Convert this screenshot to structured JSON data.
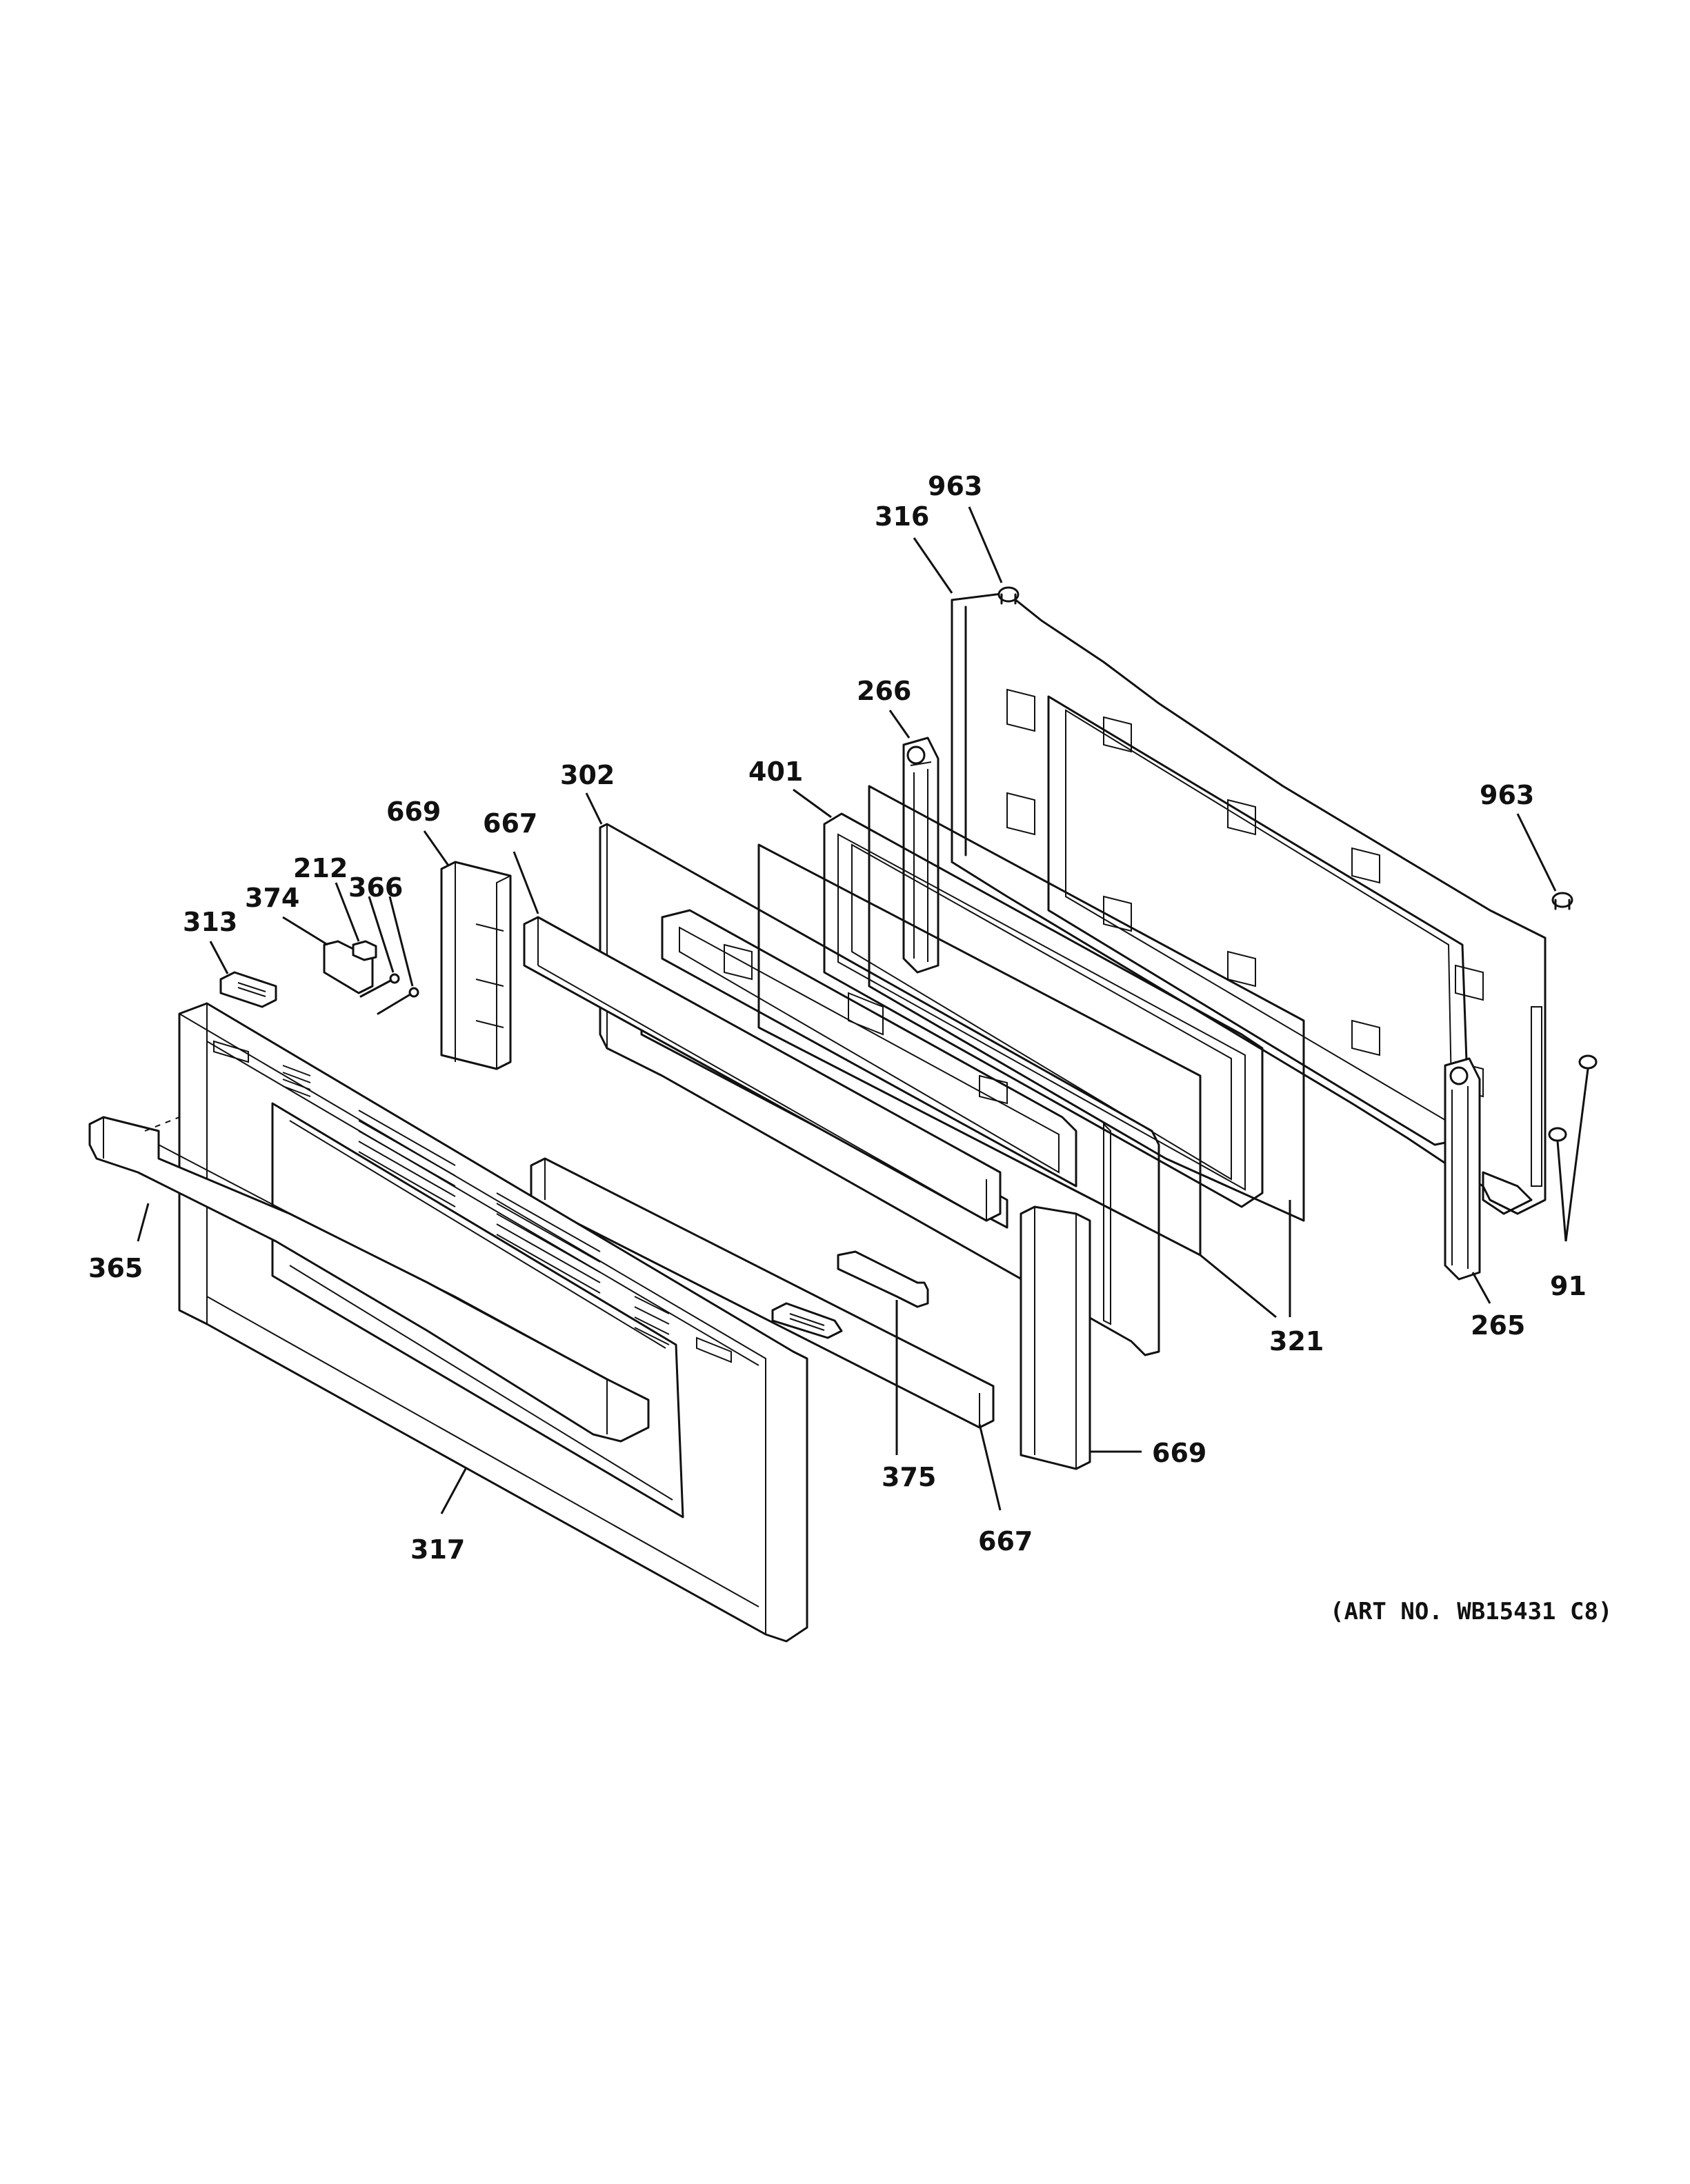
{
  "labels": {
    "l963a": "963",
    "l316": "316",
    "l266": "266",
    "l401": "401",
    "l302": "302",
    "l963b": "963",
    "l669a": "669",
    "l667a": "667",
    "l212": "212",
    "l366": "366",
    "l374": "374",
    "l313": "313",
    "l365": "365",
    "l321": "321",
    "l265": "265",
    "l91": "91",
    "l375": "375",
    "l669b": "669",
    "l667b": "667",
    "l317": "317"
  },
  "art_number": "(ART NO. WB15431 C8)"
}
